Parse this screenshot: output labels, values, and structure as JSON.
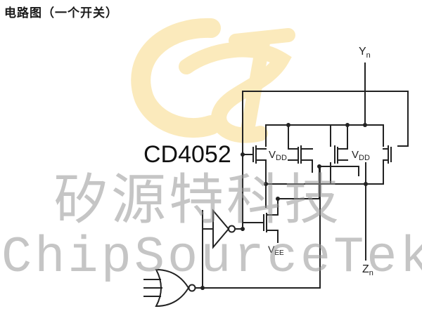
{
  "title": "电路图（一个开关）",
  "chip_label": "CD4052",
  "watermark": {
    "chinese": "矽源特科技",
    "english": "ChipSourceTek",
    "logo_letters": "CST",
    "logo_color": "#f5c542"
  },
  "pins": {
    "y": "Y",
    "y_sub": "n",
    "z": "Z",
    "z_sub": "n",
    "vdd": "V",
    "vdd_sub": "DD",
    "vee": "V",
    "vee_sub": "EE"
  },
  "colors": {
    "line": "#222222",
    "watermark_text": "#969696"
  }
}
